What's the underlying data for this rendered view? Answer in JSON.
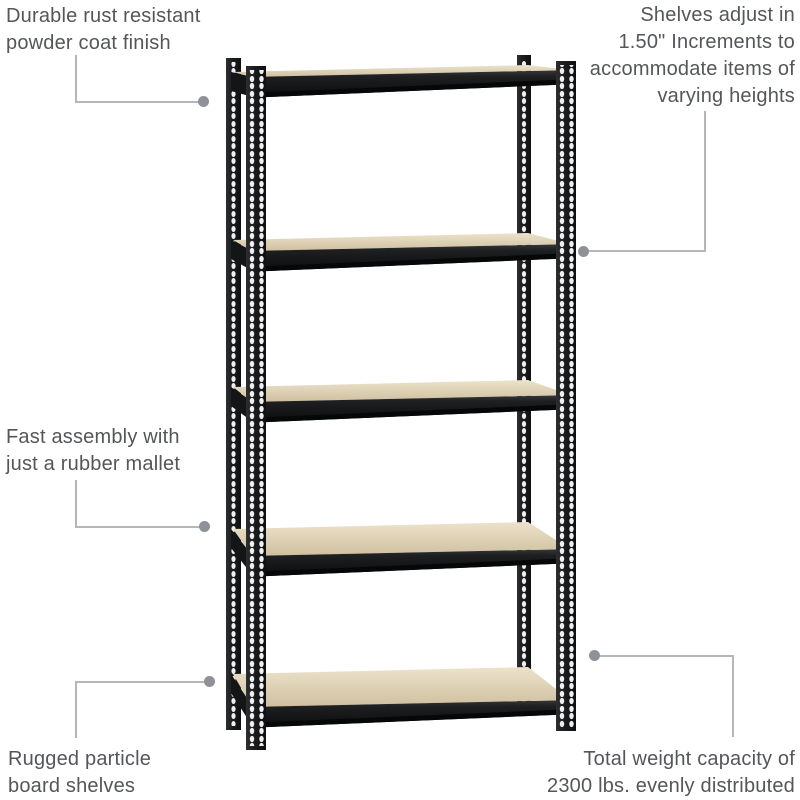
{
  "figure": {
    "subject": "Black 5-shelf boltless steel shelving unit with particle board shelves",
    "shelf_count": 5
  },
  "callouts": {
    "powder_coat": {
      "position": "top-left",
      "lines": [
        "Durable rust resistant",
        "powder coat finish"
      ]
    },
    "shelf_adjust": {
      "position": "top-right",
      "lines": [
        "Shelves adjust in",
        "1.50\" Increments to",
        "accommodate items of",
        "varying heights"
      ]
    },
    "fast_assembly": {
      "position": "middle-left",
      "lines": [
        "Fast assembly with",
        "just a rubber mallet"
      ]
    },
    "particle_board": {
      "position": "bottom-left",
      "lines": [
        "Rugged particle",
        "board shelves"
      ]
    },
    "weight_capacity": {
      "position": "bottom-right",
      "lines": [
        "Total weight capacity of",
        "2300 lbs. evenly distributed"
      ]
    }
  },
  "colors": {
    "background": "#ffffff",
    "callout_text": "#54565a",
    "lead_line": "#b4b6b8",
    "lead_dot": "#8e9298",
    "steel_frame": "#1a1b1d",
    "board_light": "#ece3cb",
    "board_dark": "#cfbf9f"
  }
}
